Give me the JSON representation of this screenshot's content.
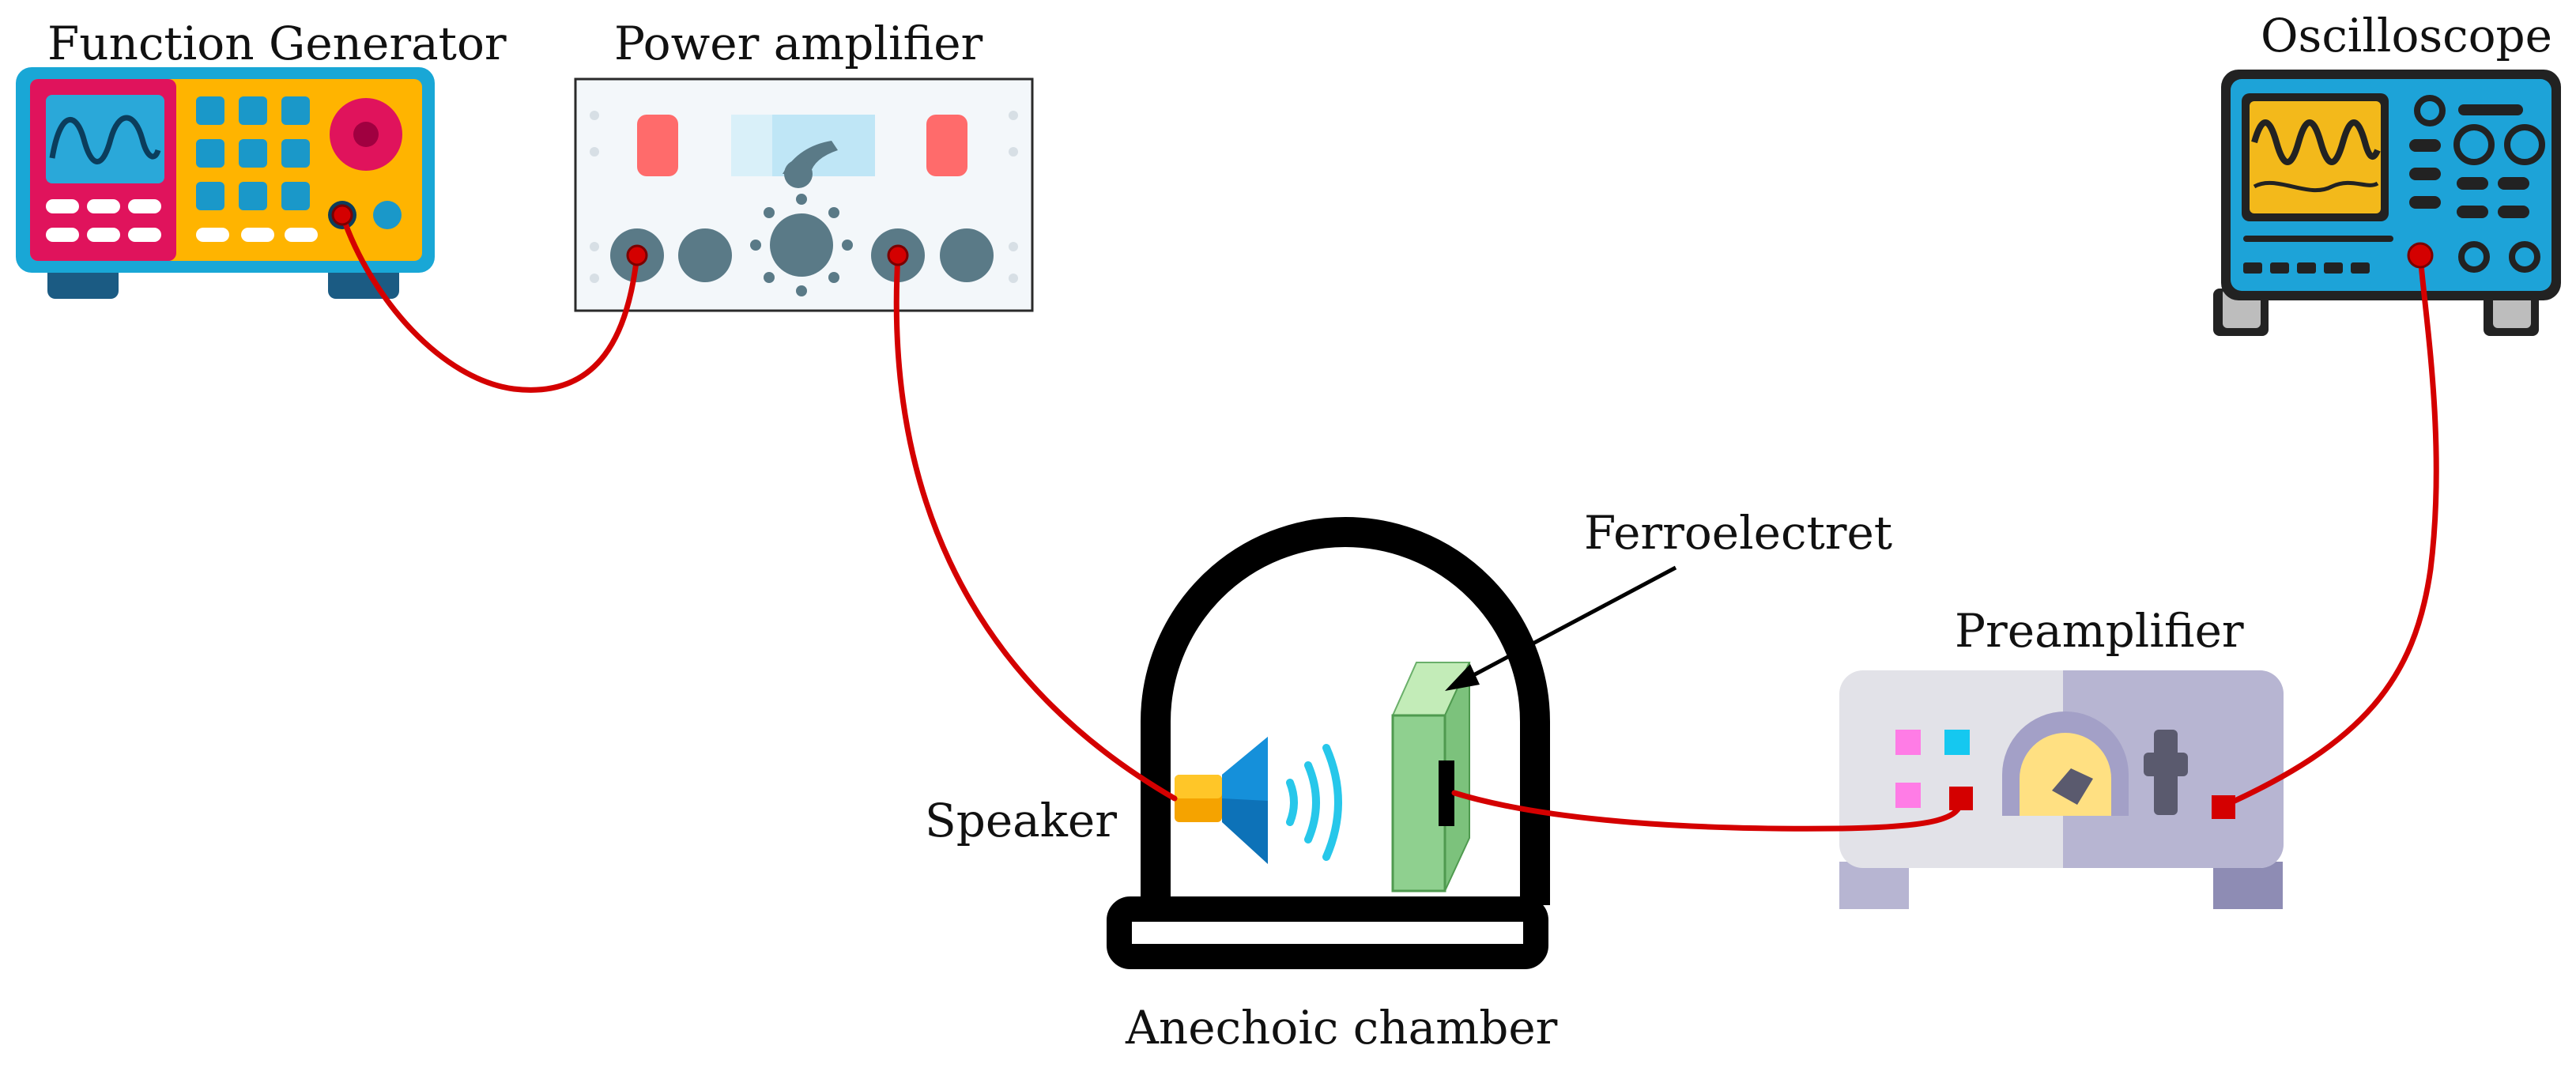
{
  "labels": {
    "function_generator": "Function Generator",
    "power_amplifier": "Power amplifier",
    "oscilloscope": "Oscilloscope",
    "ferroelectret": "Ferroelectret",
    "preamplifier": "Preamplifier",
    "speaker": "Speaker",
    "anechoic_chamber": "Anechoic chamber"
  },
  "colors": {
    "cable": "#d40000",
    "chamber": "#000000",
    "fg_body": "#19a7d6",
    "fg_panel": "#ffb400",
    "fg_screen": "#e0135c",
    "scope_body": "#1da3d8",
    "scope_screen": "#f3b91b",
    "pa_body": "#f3f7fa",
    "preamp_body": "#e2e2e8",
    "preamp_right": "#b7b5d2",
    "ferroelectret": "#8fd08f",
    "speaker": "#1582c8"
  },
  "icons": [
    "function-generator-icon",
    "power-amplifier-icon",
    "oscilloscope-icon",
    "preamplifier-icon",
    "speaker-icon",
    "sound-wave-icon",
    "ferroelectret-film-icon",
    "anechoic-chamber-icon"
  ]
}
